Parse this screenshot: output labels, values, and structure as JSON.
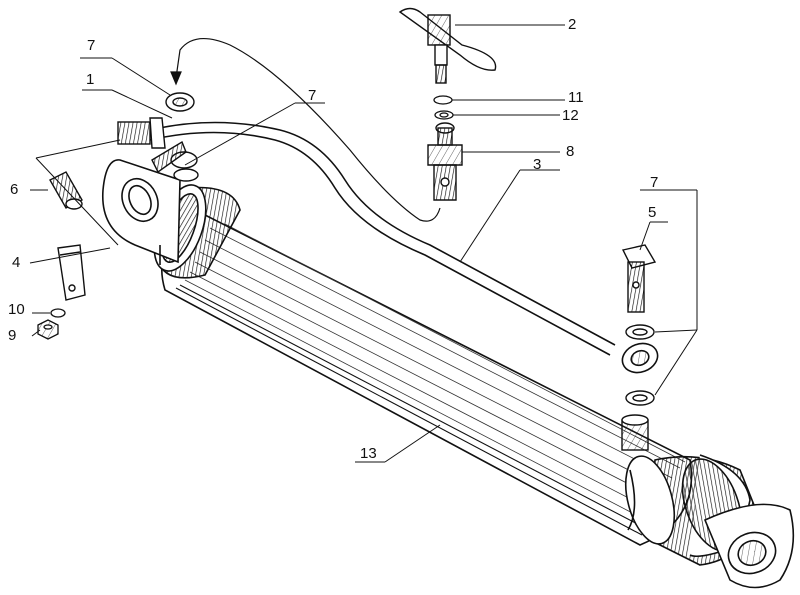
{
  "diagram": {
    "callouts": [
      {
        "id": "c1",
        "label": "1"
      },
      {
        "id": "c2",
        "label": "2"
      },
      {
        "id": "c3",
        "label": "3"
      },
      {
        "id": "c4",
        "label": "4"
      },
      {
        "id": "c5",
        "label": "5"
      },
      {
        "id": "c6",
        "label": "6"
      },
      {
        "id": "c7a",
        "label": "7"
      },
      {
        "id": "c7b",
        "label": "7"
      },
      {
        "id": "c7c",
        "label": "7"
      },
      {
        "id": "c8",
        "label": "8"
      },
      {
        "id": "c9",
        "label": "9"
      },
      {
        "id": "c10",
        "label": "10"
      },
      {
        "id": "c11",
        "label": "11"
      },
      {
        "id": "c12",
        "label": "12"
      },
      {
        "id": "c13",
        "label": "13"
      }
    ],
    "colors": {
      "ink": "#111111",
      "paper": "#ffffff",
      "shade": "#555555"
    }
  }
}
